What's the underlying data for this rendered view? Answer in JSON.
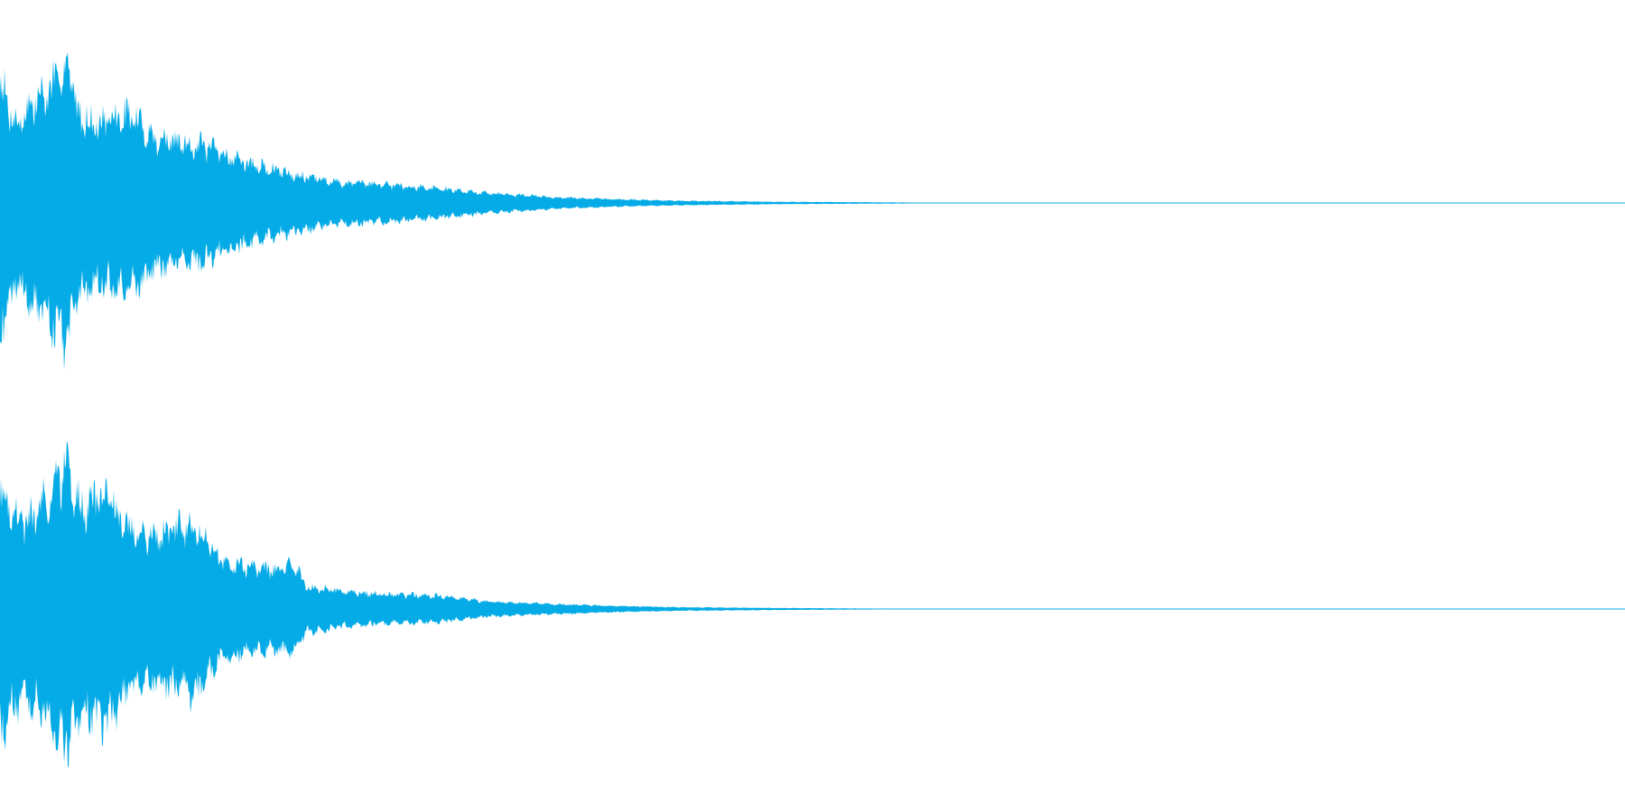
{
  "waveform": {
    "color": "#05ABE6",
    "background": "#FFFFFF",
    "channels": [
      {
        "id": "left",
        "envelope": [
          [
            0.0,
            0.85
          ],
          [
            0.004,
            0.72
          ],
          [
            0.01,
            0.55
          ],
          [
            0.02,
            0.7
          ],
          [
            0.03,
            0.78
          ],
          [
            0.042,
            0.98
          ],
          [
            0.048,
            0.62
          ],
          [
            0.06,
            0.55
          ],
          [
            0.08,
            0.62
          ],
          [
            0.095,
            0.45
          ],
          [
            0.11,
            0.42
          ],
          [
            0.125,
            0.4
          ],
          [
            0.14,
            0.33
          ],
          [
            0.16,
            0.25
          ],
          [
            0.175,
            0.22
          ],
          [
            0.19,
            0.18
          ],
          [
            0.21,
            0.14
          ],
          [
            0.24,
            0.13
          ],
          [
            0.27,
            0.1
          ],
          [
            0.3,
            0.07
          ],
          [
            0.34,
            0.04
          ],
          [
            0.38,
            0.025
          ],
          [
            0.42,
            0.015
          ],
          [
            0.48,
            0.008
          ],
          [
            0.55,
            0.004
          ],
          [
            0.6,
            0.0
          ]
        ]
      },
      {
        "id": "right",
        "envelope": [
          [
            0.0,
            0.9
          ],
          [
            0.006,
            0.7
          ],
          [
            0.015,
            0.6
          ],
          [
            0.028,
            0.75
          ],
          [
            0.04,
            0.98
          ],
          [
            0.05,
            0.7
          ],
          [
            0.065,
            0.8
          ],
          [
            0.08,
            0.55
          ],
          [
            0.095,
            0.5
          ],
          [
            0.108,
            0.55
          ],
          [
            0.12,
            0.6
          ],
          [
            0.135,
            0.35
          ],
          [
            0.15,
            0.3
          ],
          [
            0.17,
            0.28
          ],
          [
            0.182,
            0.3
          ],
          [
            0.188,
            0.16
          ],
          [
            0.21,
            0.12
          ],
          [
            0.24,
            0.1
          ],
          [
            0.27,
            0.09
          ],
          [
            0.3,
            0.05
          ],
          [
            0.34,
            0.035
          ],
          [
            0.38,
            0.02
          ],
          [
            0.42,
            0.012
          ],
          [
            0.48,
            0.007
          ],
          [
            0.54,
            0.003
          ],
          [
            0.59,
            0.0
          ]
        ]
      }
    ]
  }
}
